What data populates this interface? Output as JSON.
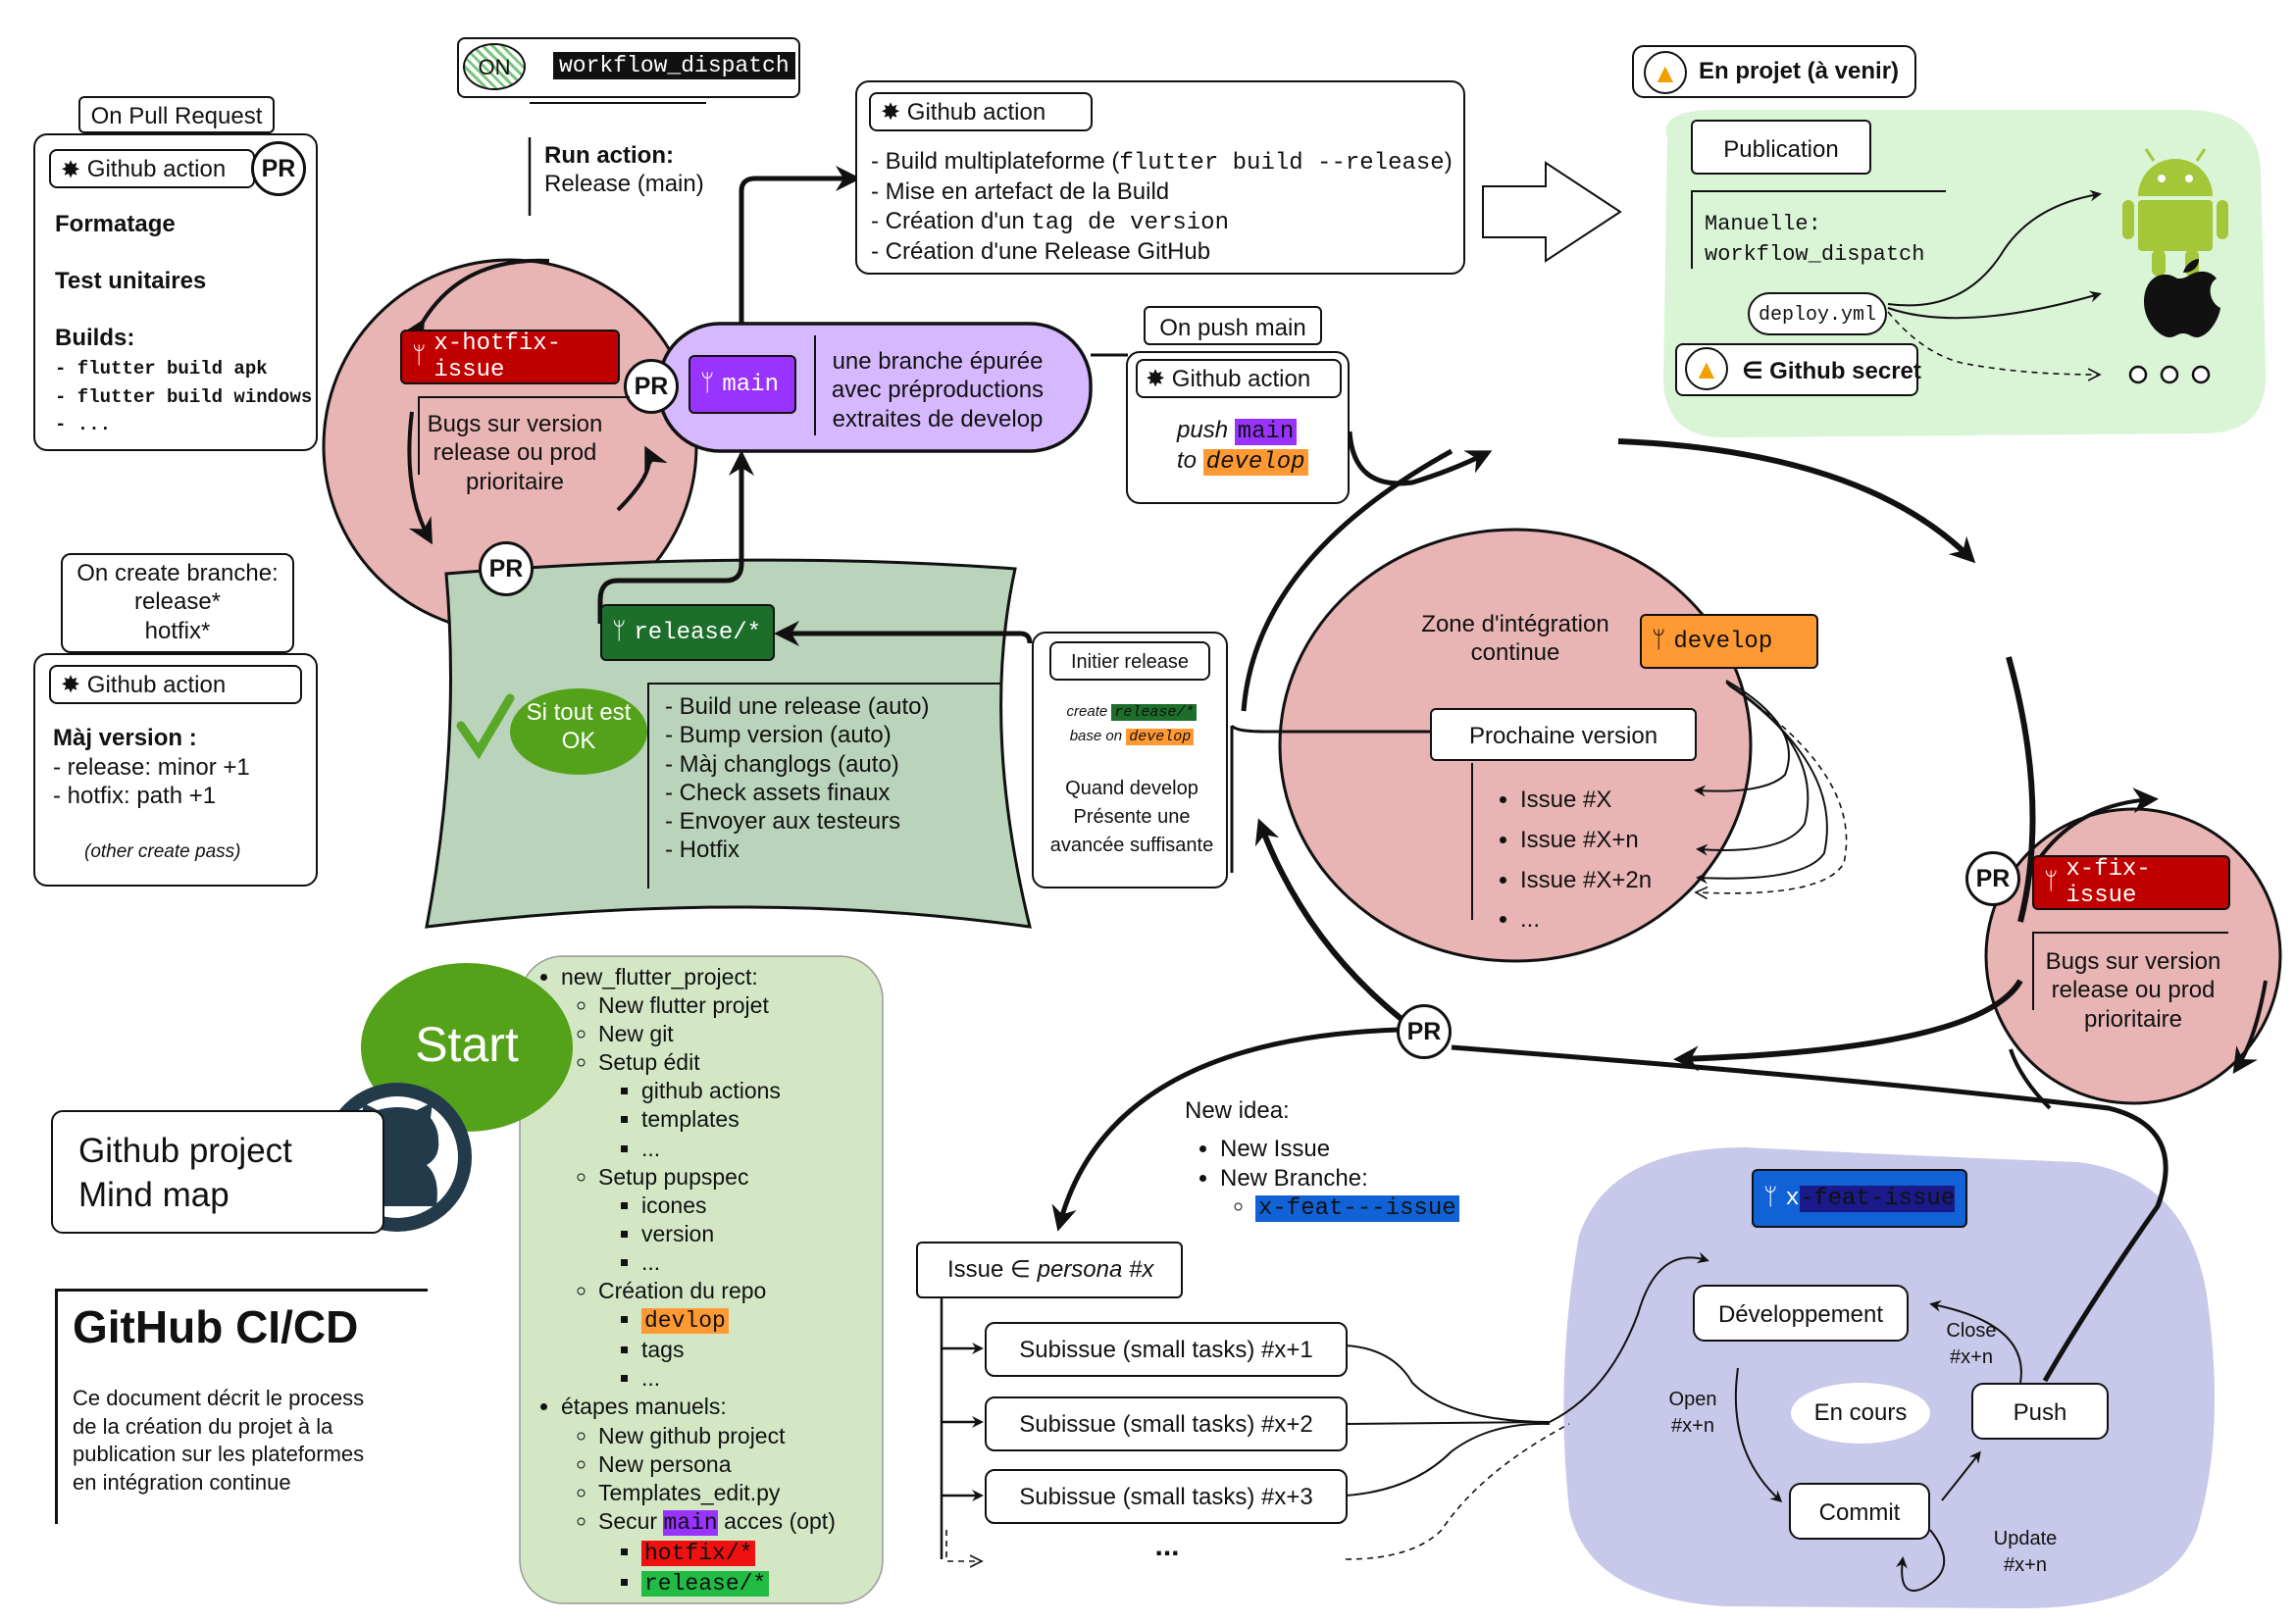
{
  "on_pull_request": {
    "label": "On Pull Request",
    "gha_title": "Github action",
    "pr": "PR",
    "formatage": "Formatage",
    "tests": "Test unitaires",
    "builds": "Builds:",
    "build_items": [
      "- flutter build apk",
      "- flutter build windows",
      "- ..."
    ]
  },
  "on_create_branch": {
    "label_l1": "On create branche:",
    "label_l2": "release*",
    "label_l3": "hotfix*",
    "gha_title": "Github action",
    "maj": "Màj version :",
    "items": [
      "- release: minor +1",
      "- hotfix: path +1"
    ],
    "note": "(other create pass)"
  },
  "workflow": {
    "on": "ON",
    "dispatch": "workflow_dispatch",
    "run_action": "Run action:",
    "release_main": "Release (main)"
  },
  "gha_main": {
    "title": "Github action",
    "l1_pre": "- Build multiplateforme (",
    "l1_code": "flutter build --release",
    "l1_post": ")",
    "l2": "- Mise en artefact de la Build",
    "l3_pre": "- Création d'un ",
    "l3_code": "tag de version",
    "l4": "- Création d'une Release GitHub"
  },
  "projet": {
    "title": "En projet (à venir)",
    "publication": "Publication",
    "manuelle_l1": "Manuelle:",
    "manuelle_l2": "workflow_dispatch",
    "deploy": "deploy.yml",
    "secret": "∈ Github secret"
  },
  "hotfix": {
    "branch": "x-hotfix-issue",
    "pr": "PR",
    "desc_l1": "Bugs sur version",
    "desc_l2": "release ou prod",
    "desc_l3": "prioritaire",
    "pr_bottom": "PR"
  },
  "main_branch": {
    "branch": "main",
    "desc_l1": "une branche épurée",
    "desc_l2": "avec préproductions",
    "desc_l3": "extraites de develop"
  },
  "on_push_main": {
    "label": "On push main",
    "gha_title": "Github action",
    "push": "push",
    "main": "main",
    "to": "to",
    "develop": "develop"
  },
  "release": {
    "branch": "release/*",
    "ok_l1": "Si tout est",
    "ok_l2": "OK",
    "check": "✓",
    "items": [
      "- Build une release (auto)",
      "- Bump version (auto)",
      "- Màj changlogs (auto)",
      "- Check assets finaux",
      "- Envoyer aux testeurs",
      "- Hotfix"
    ]
  },
  "initier": {
    "title": "Initier release",
    "create": "create",
    "create_branch": "release/*",
    "base": "base on",
    "base_branch": "develop",
    "d1": "Quand develop",
    "d2": "Présente une",
    "d3": "avancée suffisante"
  },
  "develop_zone": {
    "title_l1": "Zone d'intégration",
    "title_l2": "continue",
    "branch": "develop",
    "prochaine": "Prochaine version",
    "issues": [
      "Issue #X",
      "Issue #X+n",
      "Issue #X+2n",
      "..."
    ]
  },
  "fix": {
    "pr": "PR",
    "branch": "x-fix-issue",
    "desc_l1": "Bugs sur version",
    "desc_l2": "release ou prod",
    "desc_l3": "prioritaire"
  },
  "pr_bottom": "PR",
  "start": "Start",
  "mindmap": {
    "title_l1": "Github project",
    "title_l2": "Mind map"
  },
  "setup_list": {
    "new_flutter": "new_flutter_project:",
    "new_flutter_projet": "New flutter projet",
    "new_git": "New git",
    "setup_edit": "Setup édit",
    "github_actions": "github actions",
    "templates": "templates",
    "dots1": "...",
    "setup_pupspec": "Setup pupspec",
    "icones": "icones",
    "version": "version",
    "dots2": "...",
    "creation_repo": "Création du repo",
    "devlop": "devlop",
    "tags": "tags",
    "dots3": "...",
    "etapes": "étapes manuels:",
    "new_github": "New github project",
    "new_persona": "New persona",
    "templates_edit": "Templates_edit.py",
    "secur_pre": "Secur ",
    "secur_main": "main",
    "secur_post": " acces (opt)",
    "hotfix_b": "hotfix/*",
    "release_b": "release/*"
  },
  "cicd": {
    "title": "GitHub CI/CD",
    "desc_l1": "Ce document décrit le process",
    "desc_l2": "de la création du projet à la",
    "desc_l3": "publication sur les plateformes",
    "desc_l4": "en intégration continue"
  },
  "new_idea": {
    "title": "New idea:",
    "i1": "New Issue",
    "i2": "New Branche:",
    "feat": "x-feat---issue"
  },
  "issues_flow": {
    "issue": "Issue ∈ ",
    "issue_em": "persona #x",
    "subs": [
      "Subissue (small tasks) #x+1",
      "Subissue (small tasks) #x+2",
      "Subissue (small tasks) #x+3"
    ],
    "dots": "..."
  },
  "feat_zone": {
    "branch_x": "x",
    "branch_rest": "-feat-issue",
    "dev": "Développement",
    "en_cours": "En cours",
    "push": "Push",
    "commit": "Commit",
    "close_l1": "Close",
    "close_l2": "#x+n",
    "open_l1": "Open",
    "open_l2": "#x+n",
    "update_l1": "Update",
    "update_l2": "#x+n"
  },
  "colors": {
    "hotfix_red": "#c00000",
    "main_purple": "#9933ff",
    "develop_orange": "#ff9933",
    "release_green": "#1e6e2b",
    "feat_blue": "#1062d6",
    "zone_pink": "#e8b4b4",
    "zone_lilac": "#d6b8ff",
    "zone_green": "#b9d4bb",
    "zone_projet": "#d9f5d6",
    "zone_feat": "#c8c8ea",
    "start_green": "#54a11a",
    "list_green": "#d3e7c5"
  }
}
